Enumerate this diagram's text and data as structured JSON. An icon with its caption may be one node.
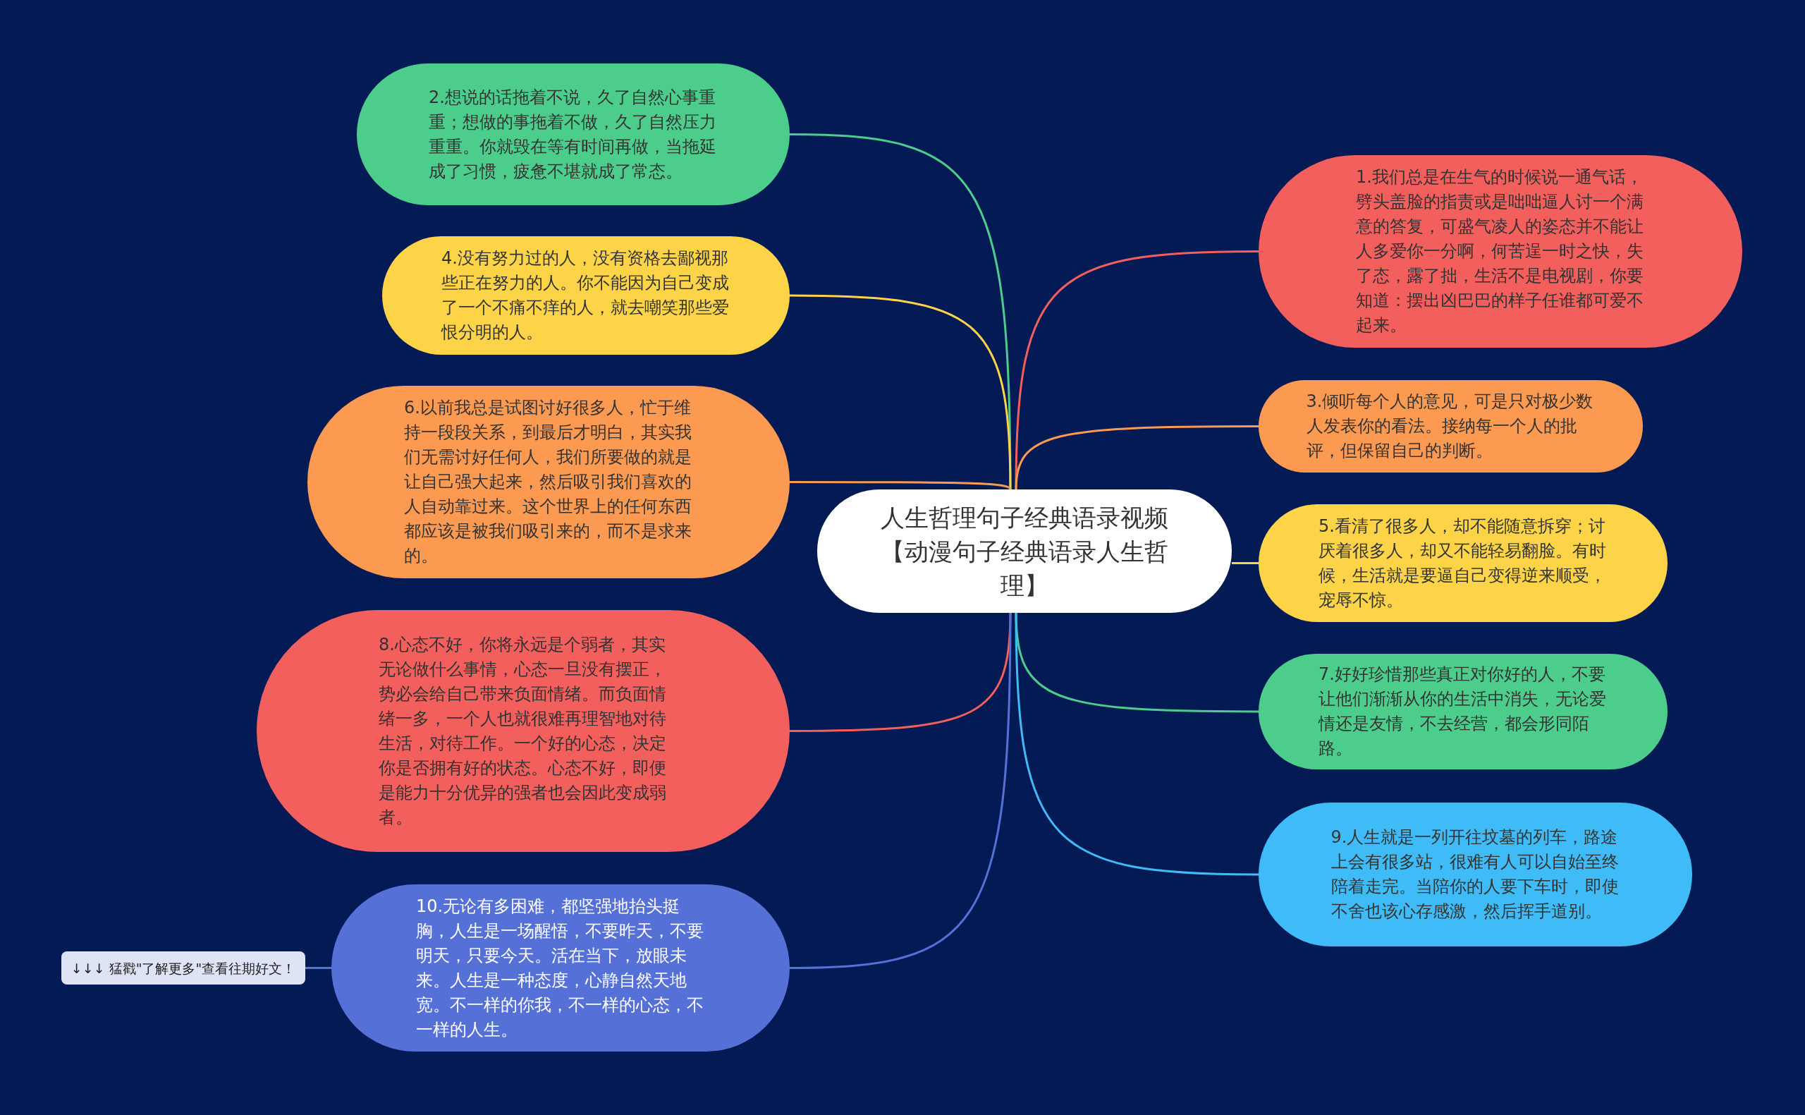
{
  "diagram": {
    "nodes": [
      {
        "text": [
          "人生哲理句子经典语录视频【动漫句子经典语录人生哲理】"
        ]
      },
      {
        "text": [
          "1.我们总是在生气的时候说一通气话，劈头盖脸的指责或是咄咄逼人讨一个满意的答复，可盛气凌人的姿态并不能让人多爱你一分啊，何苦逞一时之快，失了态，露了拙，生活不是电视剧，你要知道：摆出凶巴巴的样子任谁都可爱不起来。"
        ]
      },
      {
        "text": [
          "2.想说的话拖着不说，久了自然心事重重；想做的事拖着不做，久了自然压力重重。你就毁在等有时间再做，当拖延成了习惯，疲惫不堪就成了常态。"
        ]
      },
      {
        "text": [
          "3.倾听每个人的意见，可是只对极少数人发表你的看法。接纳每一个人的批评，但保留自己的判断。"
        ]
      },
      {
        "text": [
          "4.没有努力过的人，没有资格去鄙视那些正在努力的人。你不能因为自己变成了一个不痛不痒的人，就去嘲笑那些爱恨分明的人。"
        ]
      },
      {
        "text": [
          "5.看清了很多人，却不能随意拆穿；讨厌着很多人，却又不能轻易翻脸。有时候，生活就是要逼自己变得逆来顺受，宠辱不惊。"
        ]
      },
      {
        "text": [
          "6.以前我总是试图讨好很多人，忙于维持一段段关系，到最后才明白，其实我们无需讨好任何人，我们所要做的就是让自己强大起来，然后吸引我们喜欢的人自动靠过来。这个世界上的任何东西都应该是被我们吸引来的，而不是求来的。"
        ]
      },
      {
        "text": [
          "7.好好珍惜那些真正对你好的人，不要让他们渐渐从你的生活中消失，无论爱情还是友情，不去经营，都会形同陌路。"
        ]
      },
      {
        "text": [
          "8.心态不好，你将永远是个弱者，其实无论做什么事情，心态一旦没有摆正，势必会给自己带来负面情绪。而负面情绪一多，一个人也就很难再理智地对待生活，对待工作。一个好的心态，决定你是否拥有好的状态。心态不好，即便是能力十分优异的强者也会因此变成弱者。"
        ]
      },
      {
        "text": [
          "9.人生就是一列开往坟墓的列车，路途上会有很多站，很难有人可以自始至终陪着走完。当陪你的人要下车时，即使不舍也该心存感激，然后挥手道别。"
        ]
      },
      {
        "text": [
          "10.无论有多困难，都坚强地抬头挺胸，人生是一场醒悟，不要昨天，不要明天，只要今天。活在当下，放眼未来。人生是一种态度，心静自然天地宽。不一样的你我，不一样的心态，不一样的人生。"
        ]
      },
      {
        "text": [
          "↓↓↓ 猛戳\"了解更多\"查看往期好文！"
        ]
      }
    ],
    "edges": [
      {
        "from": 0,
        "to": 1,
        "arrow": "none",
        "color": "#f25f5c"
      },
      {
        "from": 0,
        "to": 2,
        "arrow": "none",
        "color": "#4ccd8c"
      },
      {
        "from": 0,
        "to": 3,
        "arrow": "none",
        "color": "#fc9a52"
      },
      {
        "from": 0,
        "to": 4,
        "arrow": "none",
        "color": "#fdd447"
      },
      {
        "from": 0,
        "to": 5,
        "arrow": "none",
        "color": "#fdd447"
      },
      {
        "from": 0,
        "to": 6,
        "arrow": "none",
        "color": "#fc9a52"
      },
      {
        "from": 0,
        "to": 7,
        "arrow": "none",
        "color": "#4ccd8c"
      },
      {
        "from": 0,
        "to": 8,
        "arrow": "none",
        "color": "#f25f5c"
      },
      {
        "from": 0,
        "to": 9,
        "arrow": "none",
        "color": "#3fbcf7"
      },
      {
        "from": 0,
        "to": 10,
        "arrow": "none",
        "color": "#5570d6"
      },
      {
        "from": 10,
        "to": 11,
        "arrow": "none",
        "color": "#5570d6"
      }
    ]
  }
}
